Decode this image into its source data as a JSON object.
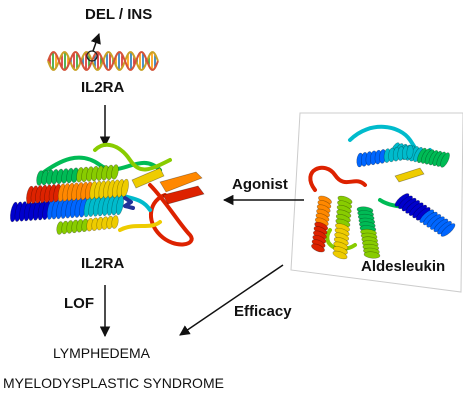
{
  "labels": {
    "del_ins": "DEL / INS",
    "gene": "IL2RA",
    "protein": "IL2RA",
    "agonist": "Agonist",
    "drug": "Aldesleukin",
    "lof": "LOF",
    "efficacy": "Efficacy",
    "disease_1": "LYMPHEDEMA",
    "disease_2": "MYELODYSPLASTIC SYNDROME"
  },
  "colors": {
    "dna_strand_a": "#c9a227",
    "dna_strand_b": "#d4553a",
    "dna_rungs": [
      "#d62728",
      "#2ca02c",
      "#ff9900",
      "#1f77b4"
    ],
    "ribbon_rainbow": [
      "#0000cc",
      "#0066ff",
      "#00bbcc",
      "#00bb55",
      "#88cc00",
      "#eecc00",
      "#ff8800",
      "#dd2200"
    ],
    "arrow": "#111111"
  }
}
